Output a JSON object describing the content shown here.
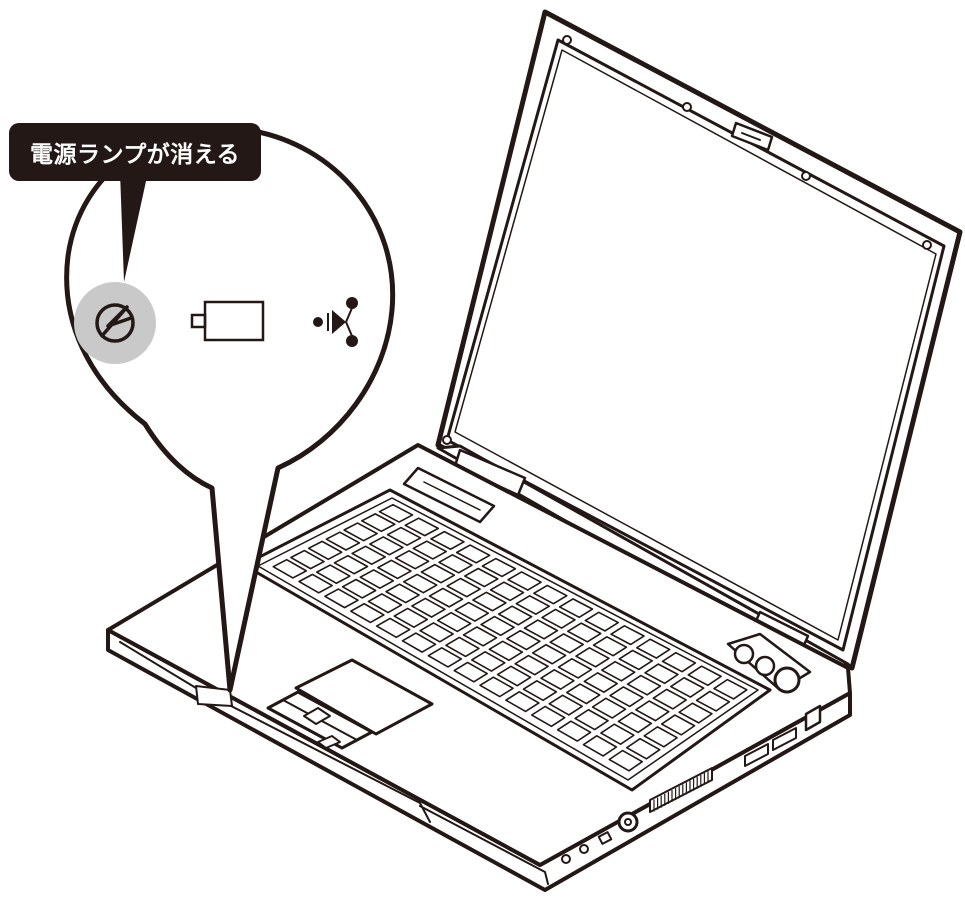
{
  "callout": {
    "label": "電源ランプが消える"
  },
  "indicators": [
    {
      "icon": "power-icon",
      "state": "off",
      "highlight_color": "#c9c9c9"
    },
    {
      "icon": "battery-icon",
      "state": "off"
    },
    {
      "icon": "disk-access-icon",
      "state": "off"
    }
  ],
  "colors": {
    "outline": "#231815",
    "fill": "#ffffff",
    "label_bg": "#231815",
    "label_text": "#ffffff",
    "highlight": "#c9c9c9"
  }
}
